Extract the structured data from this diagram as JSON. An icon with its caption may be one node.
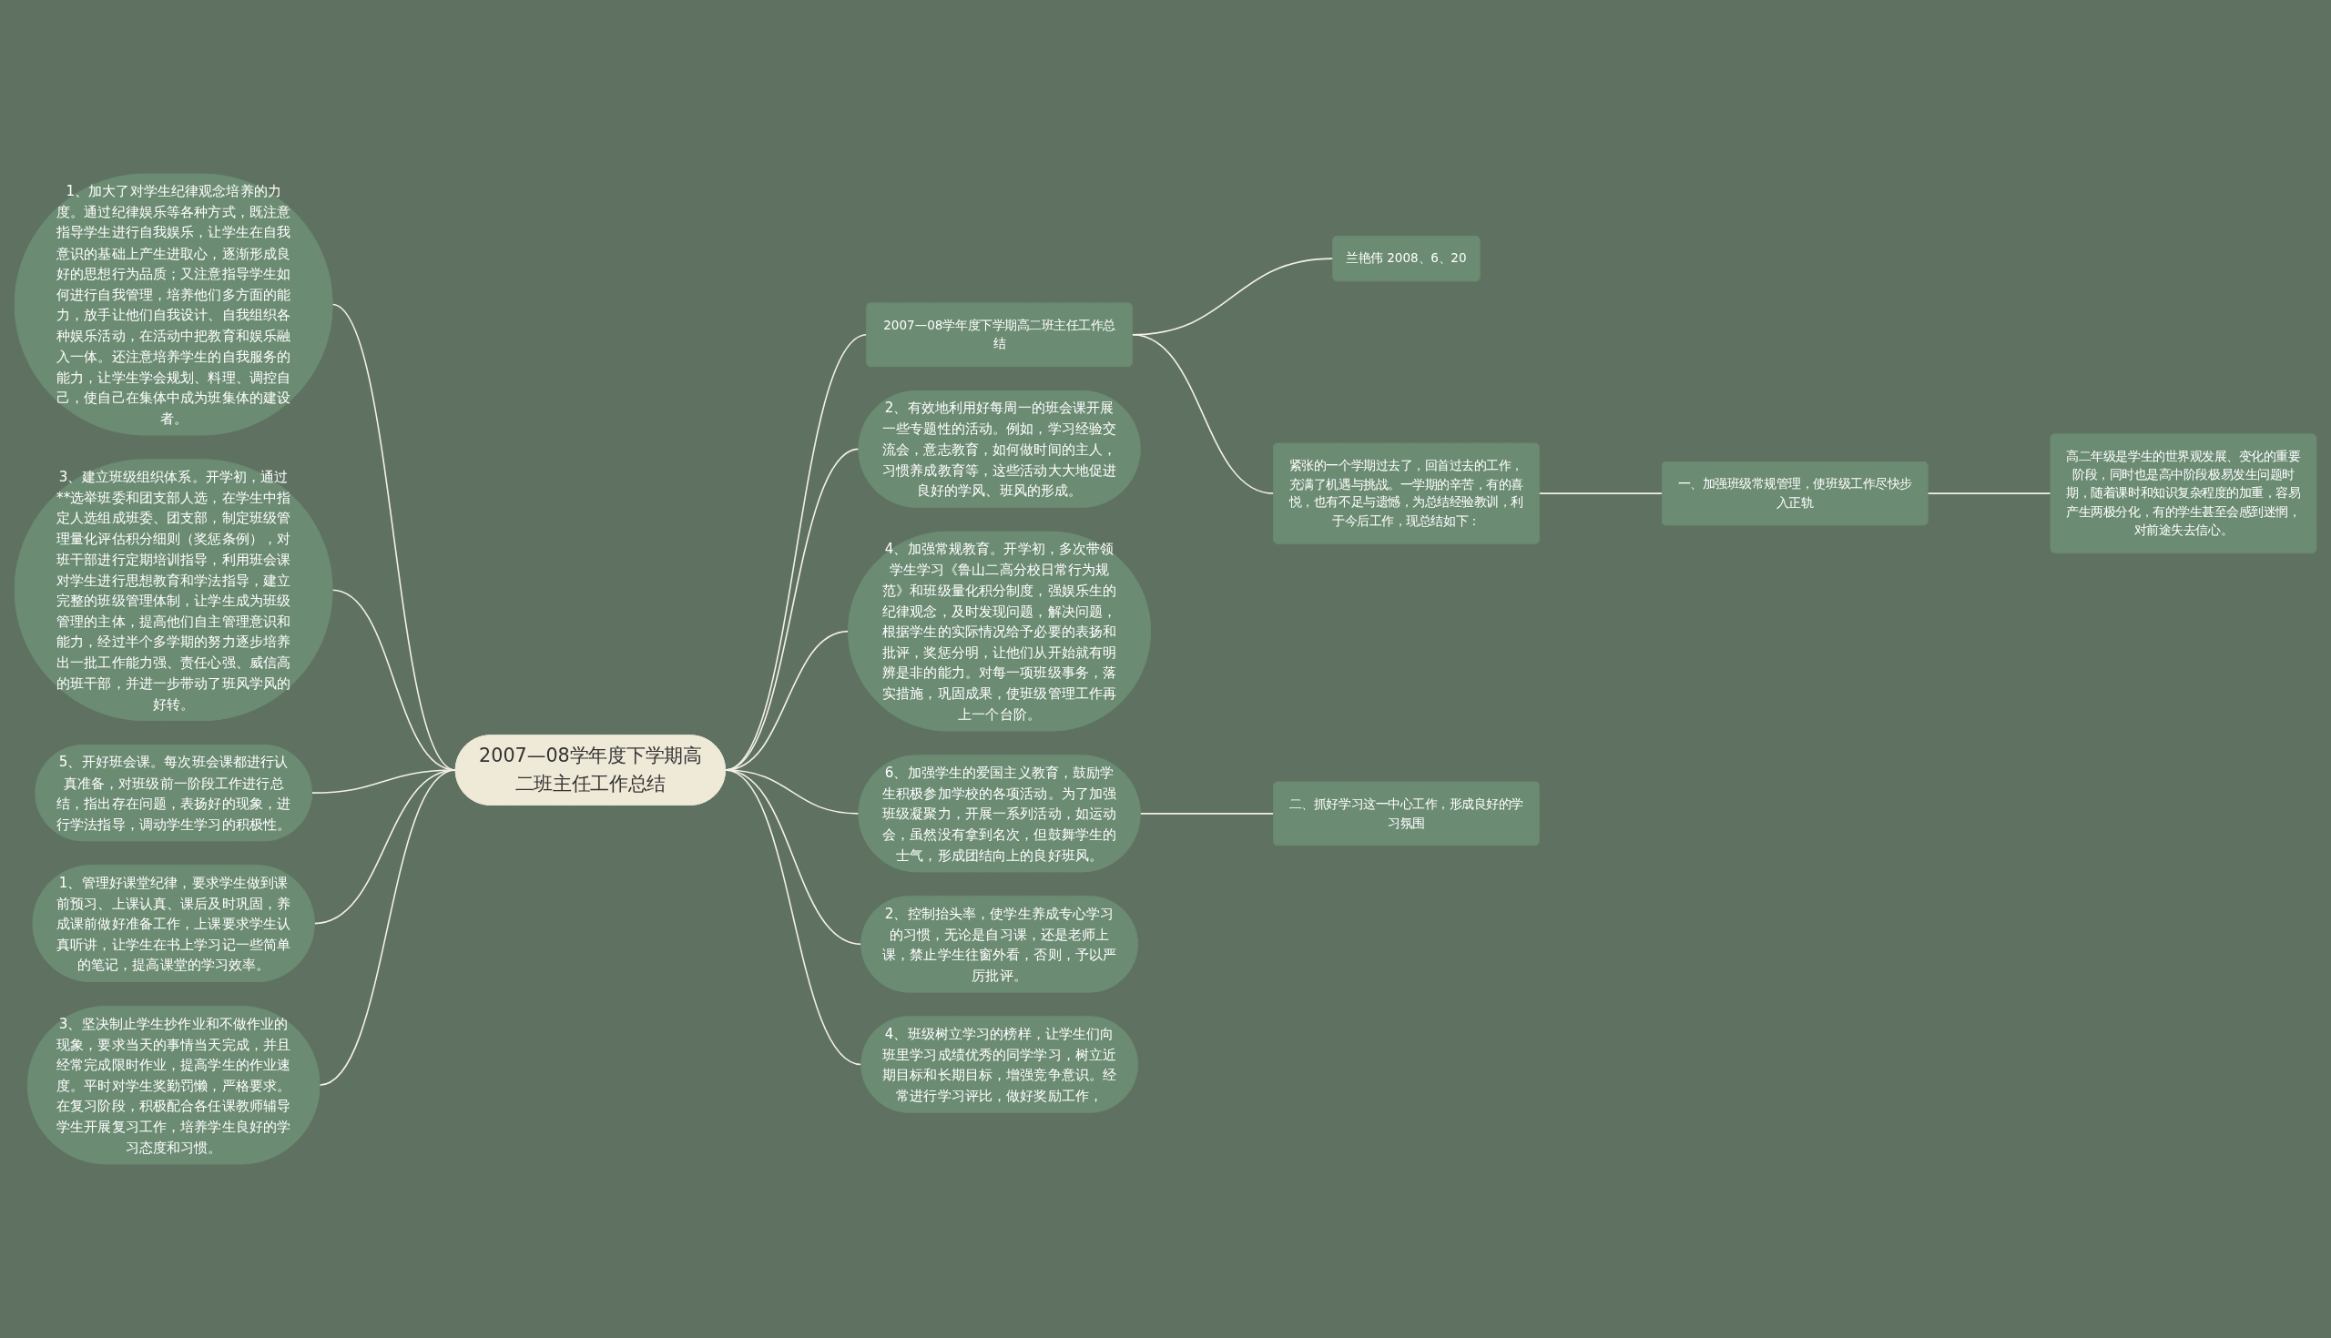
{
  "diagram": {
    "nodes": [
      {
        "text": [
          "2007—08学年度下学期高二班主任工作总结"
        ]
      },
      {
        "text": [
          "2007—08学年度下学期高二班主任工作总结"
        ]
      },
      {
        "text": [
          "兰艳伟     2008、6、20"
        ]
      },
      {
        "text": [
          "紧张的一个学期过去了，回首过去的工作，充满了机遇与挑战。一学期的辛苦，有的喜悦，也有不足与遗憾，为总结经验教训，利于今后工作，现总结如下："
        ]
      },
      {
        "text": [
          "一、加强班级常规管理，使班级工作尽快步入正轨"
        ]
      },
      {
        "text": [
          "高二年级是学生的世界观发展、变化的重要阶段，同时也是高中阶段极易发生问题时期，随着课时和知识复杂程度的加重，容易产生两极分化，有的学生甚至会感到迷惘，对前途失去信心。"
        ]
      },
      {
        "text": [
          "2、有效地利用好每周一的班会课开展一些专题性的活动。例如，学习经验交流会，意志教育，如何做时间的主人，习惯养成教育等，这些活动大大地促进良好的学风、班风的形成。"
        ]
      },
      {
        "text": [
          "4、加强常规教育。开学初，多次带领学生学习《鲁山二高分校日常行为规范》和班级量化积分制度，强娱乐生的纪律观念，及时发现问题，解决问题，根据学生的实际情况给予必要的表扬和批评，奖惩分明，让他们从开始就有明辨是非的能力。对每一项班级事务，落实措施，巩固成果，使班级管理工作再上一个台阶。"
        ]
      },
      {
        "text": [
          "6、加强学生的爱国主义教育，鼓励学生积极参加学校的各项活动。为了加强班级凝聚力，开展一系列活动，如运动会，虽然没有拿到名次，但鼓舞学生的士气，形成团结向上的良好班风。"
        ]
      },
      {
        "text": [
          "二、抓好学习这一中心工作，形成良好的学习氛围"
        ]
      },
      {
        "text": [
          "2、控制抬头率，使学生养成专心学习的习惯，无论是自习课，还是老师上课，禁止学生往窗外看，否则，予以严厉批评。"
        ]
      },
      {
        "text": [
          "4、班级树立学习的榜样，让学生们向班里学习成绩优秀的同学学习，树立近期目标和长期目标，增强竞争意识。经常进行学习评比，做好奖励工作，"
        ]
      },
      {
        "text": [
          "1、加大了对学生纪律观念培养的力度。通过纪律娱乐等各种方式，既注意指导学生进行自我娱乐，让学生在自我意识的基础上产生进取心，逐渐形成良好的思想行为品质；又注意指导学生如何进行自我管理，培养他们多方面的能力，放手让他们自我设计、自我组织各种娱乐活动，在活动中把教育和娱乐融入一体。还注意培养学生的自我服务的能力，让学生学会规划、料理、调控自己，使自己在集体中成为班集体的建设者。"
        ]
      },
      {
        "text": [
          "3、建立班级组织体系。开学初，通过**选举班委和团支部人选，在学生中指定人选组成班委、团支部，制定班级管理量化评估积分细则（奖惩条例），对班干部进行定期培训指导，利用班会课对学生进行思想教育和学法指导，建立完整的班级管理体制，让学生成为班级管理的主体，提高他们自主管理意识和能力，经过半个多学期的努力逐步培养出一批工作能力强、责任心强、威信高的班干部，并进一步带动了班风学风的好转。"
        ]
      },
      {
        "text": [
          "5、开好班会课。每次班会课都进行认真准备，对班级前一阶段工作进行总结，指出存在问题，表扬好的现象，进行学法指导，调动学生学习的积极性。"
        ]
      },
      {
        "text": [
          "1、管理好课堂纪律，要求学生做到课前预习、上课认真、课后及时巩固，养成课前做好准备工作，上课要求学生认真听讲，让学生在书上学习记一些简单的笔记，提高课堂的学习效率。"
        ]
      },
      {
        "text": [
          "3、坚决制止学生抄作业和不做作业的现象，要求当天的事情当天完成，并且经常完成限时作业，提高学生的作业速度。平时对学生奖勤罚懒，严格要求。在复习阶段，积极配合各任课教师辅导学生开展复习工作，培养学生良好的学习态度和习惯。"
        ]
      }
    ],
    "edges": [
      {
        "from": 0,
        "to": 1,
        "arrow": "none"
      },
      {
        "from": 1,
        "to": 2,
        "arrow": "none"
      },
      {
        "from": 1,
        "to": 3,
        "arrow": "none"
      },
      {
        "from": 3,
        "to": 4,
        "arrow": "none"
      },
      {
        "from": 4,
        "to": 5,
        "arrow": "none"
      },
      {
        "from": 0,
        "to": 6,
        "arrow": "none"
      },
      {
        "from": 0,
        "to": 7,
        "arrow": "none"
      },
      {
        "from": 0,
        "to": 8,
        "arrow": "none"
      },
      {
        "from": 8,
        "to": 9,
        "arrow": "none"
      },
      {
        "from": 0,
        "to": 10,
        "arrow": "none"
      },
      {
        "from": 0,
        "to": 11,
        "arrow": "none"
      },
      {
        "from": 0,
        "to": 12,
        "arrow": "none"
      },
      {
        "from": 0,
        "to": 13,
        "arrow": "none"
      },
      {
        "from": 0,
        "to": 14,
        "arrow": "none"
      },
      {
        "from": 0,
        "to": 15,
        "arrow": "none"
      },
      {
        "from": 0,
        "to": 16,
        "arrow": "none"
      }
    ]
  }
}
